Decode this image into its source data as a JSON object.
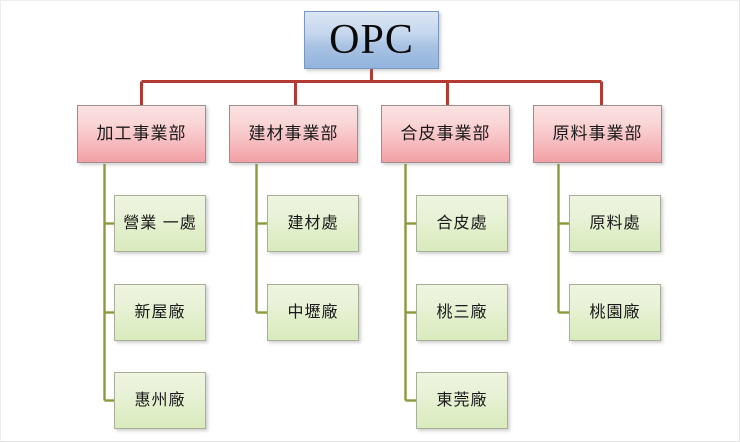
{
  "diagram": {
    "title_text": "OPC",
    "colors": {
      "root_border": "#7c97bf",
      "root_fill_top": "#dce6f3",
      "root_fill_bottom": "#93b4dd",
      "division_border": "#9b8f90",
      "division_fill_top": "#fbe2e2",
      "division_fill_bottom": "#f2a0a4",
      "unit_border": "#a8ae98",
      "unit_fill_top": "#eef4e0",
      "unit_fill_bottom": "#d9ebbd",
      "root_connector": "#b33a32",
      "division_connector": "#8a9a3c",
      "canvas_background": "#ffffff"
    },
    "root": {
      "label": "OPC"
    },
    "divisions": [
      {
        "label": "加工事業部",
        "units": [
          {
            "label": "營業 一處"
          },
          {
            "label": "新屋廠"
          },
          {
            "label": "惠州廠"
          }
        ]
      },
      {
        "label": "建材事業部",
        "units": [
          {
            "label": "建材處"
          },
          {
            "label": "中壢廠"
          }
        ]
      },
      {
        "label": "合皮事業部",
        "units": [
          {
            "label": "合皮處"
          },
          {
            "label": "桃三廠"
          },
          {
            "label": "東莞廠"
          }
        ]
      },
      {
        "label": "原料事業部",
        "units": [
          {
            "label": "原料處"
          },
          {
            "label": "桃園廠"
          }
        ]
      }
    ]
  }
}
